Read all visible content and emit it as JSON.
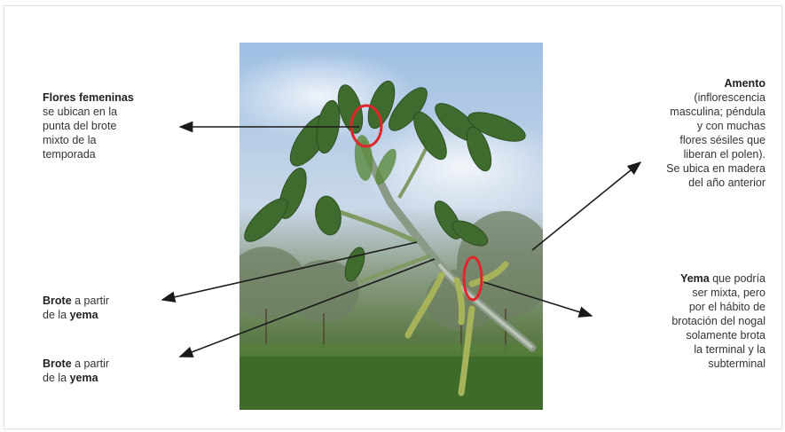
{
  "labels": {
    "flores": {
      "title": "Flores femeninas",
      "lines": [
        "se ubican en la",
        "punta del brote",
        "mixto de la",
        "temporada"
      ]
    },
    "brote1": {
      "bold1": "Brote",
      "text1": " a partir",
      "text2": "de la ",
      "bold2": "yema"
    },
    "brote2": {
      "bold1": "Brote",
      "text1": " a partir",
      "text2": "de la ",
      "bold2": "yema"
    },
    "amento": {
      "title": "Amento",
      "lines": [
        "(inflorescencia",
        "masculina; péndula",
        "y con muchas",
        "flores sésiles que",
        "liberan el polen).",
        "Se ubica en madera",
        "del año anterior"
      ]
    },
    "yema": {
      "bold": "Yema",
      "first": " que podría",
      "lines": [
        "ser mixta, pero",
        "por el hábito de",
        "brotación del nogal",
        "solamente brota",
        "la terminal y la",
        "subterminal"
      ]
    }
  },
  "colors": {
    "arrow": "#1a1a1a",
    "highlight_circle": "#e0252b"
  }
}
